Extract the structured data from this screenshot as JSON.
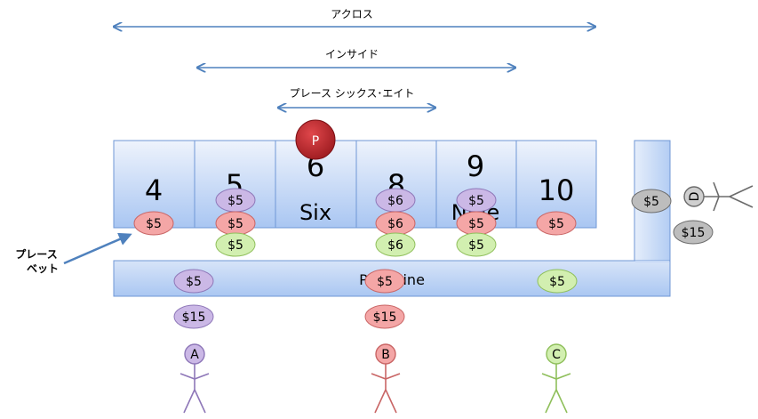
{
  "arrows": [
    {
      "label": "アクロス"
    },
    {
      "label": "インサイド"
    },
    {
      "label": "プレース シックス･エイト"
    }
  ],
  "boxes": [
    {
      "number": "4",
      "word": ""
    },
    {
      "number": "5",
      "word": ""
    },
    {
      "number": "6",
      "word": "Six"
    },
    {
      "number": "8",
      "word": ""
    },
    {
      "number": "9",
      "word": "Nine"
    },
    {
      "number": "10",
      "word": ""
    }
  ],
  "puck": {
    "label": "P"
  },
  "pass_line": {
    "label": "Pass Line"
  },
  "place_bet_label": {
    "line1": "プレース",
    "line2": "ベット"
  },
  "colors": {
    "pink": "#f4a6a6",
    "purple": "#cbb8e6",
    "green": "#d2efb0",
    "gray": "#bdbdbd",
    "box_light": "#e6eefb",
    "box_dark": "#a9c6f2",
    "arrow": "#4f81bd",
    "puck": "#c0272d"
  },
  "chips": [
    {
      "label": "$5"
    },
    {
      "label": "$5"
    },
    {
      "label": "$5"
    },
    {
      "label": "$5"
    },
    {
      "label": "$6"
    },
    {
      "label": "$6"
    },
    {
      "label": "$6"
    },
    {
      "label": "$5"
    },
    {
      "label": "$5"
    },
    {
      "label": "$5"
    },
    {
      "label": "$5"
    },
    {
      "label": "$5"
    },
    {
      "label": "$15"
    },
    {
      "label": "$5"
    },
    {
      "label": "$15"
    },
    {
      "label": "$5"
    },
    {
      "label": "$5"
    },
    {
      "label": "$15"
    },
    {
      "label": "$5"
    },
    {
      "label": "$5"
    }
  ],
  "players": [
    {
      "label": "A"
    },
    {
      "label": "B"
    },
    {
      "label": "C"
    },
    {
      "label": "D"
    }
  ]
}
